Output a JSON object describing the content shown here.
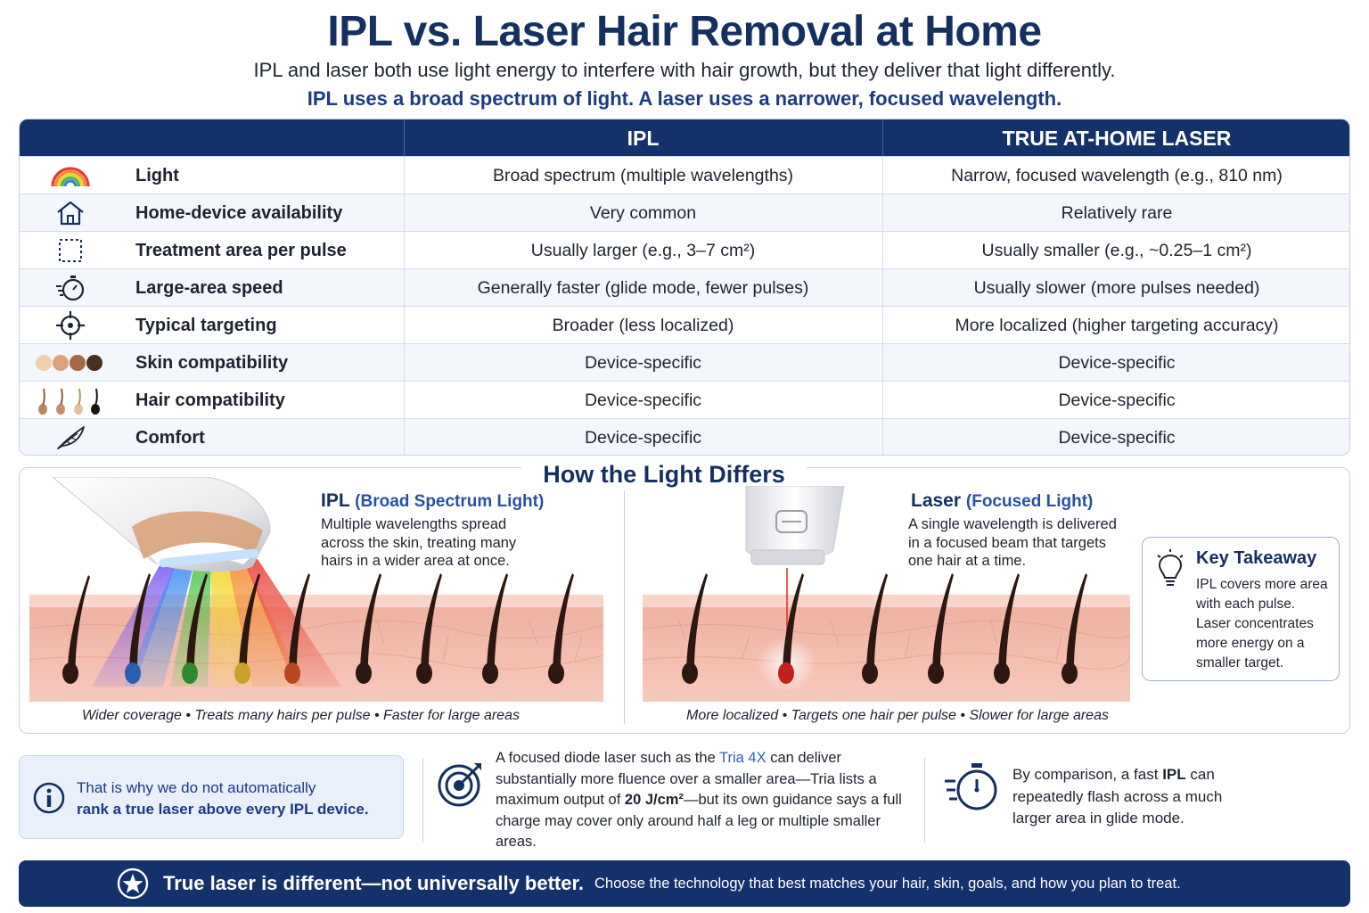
{
  "header": {
    "title": "IPL vs. Laser Hair Removal at Home",
    "subtitle": "IPL and laser both use light energy to interfere with hair growth, but they deliver that light differently.",
    "tagline": "IPL uses a broad spectrum of light. A laser uses a narrower, focused wavelength."
  },
  "table": {
    "headers": {
      "ipl": "IPL",
      "laser": "TRUE AT-HOME LASER"
    },
    "rows": [
      {
        "icon": "rainbow-icon",
        "feature": "Light",
        "ipl": "Broad spectrum (multiple wavelengths)",
        "laser": "Narrow, focused wavelength (e.g., 810 nm)"
      },
      {
        "icon": "house-icon",
        "feature": "Home-device availability",
        "ipl": "Very common",
        "laser": "Relatively rare"
      },
      {
        "icon": "dashed-square-icon",
        "feature": "Treatment area per pulse",
        "ipl": "Usually larger (e.g., 3–7 cm²)",
        "laser": "Usually smaller (e.g., ~0.25–1 cm²)"
      },
      {
        "icon": "stopwatch-icon",
        "feature": "Large-area speed",
        "ipl": "Generally faster (glide mode, fewer pulses)",
        "laser": "Usually slower (more pulses needed)"
      },
      {
        "icon": "crosshair-icon",
        "feature": "Typical targeting",
        "ipl": "Broader (less localized)",
        "laser": "More localized (higher targeting accuracy)"
      },
      {
        "icon": "skin-tone-circles-icon",
        "feature": "Skin compatibility",
        "ipl": "Device-specific",
        "laser": "Device-specific"
      },
      {
        "icon": "hair-follicles-icon",
        "feature": "Hair compatibility",
        "ipl": "Device-specific",
        "laser": "Device-specific"
      },
      {
        "icon": "feather-icon",
        "feature": "Comfort",
        "ipl": "Device-specific",
        "laser": "Device-specific"
      }
    ]
  },
  "how": {
    "title": "How the Light Differs",
    "ipl": {
      "heading": "IPL",
      "heading_sub": "(Broad Spectrum Light)",
      "text": "Multiple wavelengths spread across the skin, treating many hairs in a wider area at once.",
      "caption": "Wider coverage  •  Treats many hairs per pulse  •  Faster for large areas"
    },
    "laser": {
      "heading": "Laser",
      "heading_sub": "(Focused Light)",
      "text": "A single wavelength is delivered in a focused beam that targets one hair at a time.",
      "caption": "More localized  •  Targets one hair per pulse  •  Slower for large areas"
    },
    "takeaway": {
      "heading": "Key Takeaway",
      "text": "IPL covers more area with each pulse. Laser concentrates more energy on a smaller target."
    }
  },
  "notes": {
    "info": {
      "line1": "That is why we do not automatically",
      "line2": "rank a true laser above every IPL device."
    },
    "laser": {
      "p1": "A focused diode laser such as the ",
      "link": "Tria 4X",
      "p2": " can deliver substantially more fluence over a smaller area—Tria lists a maximum output of ",
      "strong": "20 J/cm²",
      "p3": "—but its own guidance says a full charge may cover only around half a leg or multiple smaller areas."
    },
    "ipl": {
      "p1": "By comparison, a fast ",
      "strong": "IPL",
      "p2": " can repeatedly flash across a much larger area in glide mode."
    }
  },
  "banner": {
    "strong": "True laser is different—not universally better.",
    "rest": "Choose the technology that best matches your hair, skin, goals, and how you plan to treat."
  },
  "colors": {
    "navy": "#13316b",
    "title_blue": "#15305f",
    "accent_blue": "#1c3a86",
    "link_blue": "#2f5fb8",
    "skin_pink": "#f3b9a8",
    "laser_red": "#e2352d"
  }
}
